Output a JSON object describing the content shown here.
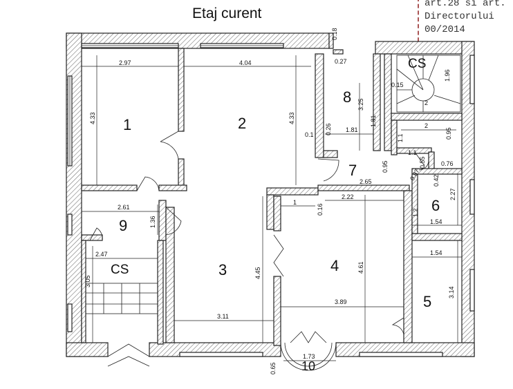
{
  "title": "Etaj curent",
  "stamp": {
    "lines": [
      "art.28 si art.",
      "Directorului",
      "00/2014"
    ]
  },
  "rooms": [
    {
      "id": "1",
      "label": "1"
    },
    {
      "id": "2",
      "label": "2"
    },
    {
      "id": "3",
      "label": "3"
    },
    {
      "id": "4",
      "label": "4"
    },
    {
      "id": "5",
      "label": "5"
    },
    {
      "id": "6",
      "label": "6"
    },
    {
      "id": "7",
      "label": "7"
    },
    {
      "id": "8",
      "label": "8"
    },
    {
      "id": "9",
      "label": "9"
    },
    {
      "id": "10",
      "label": "10"
    },
    {
      "id": "cs-top",
      "label": "CS"
    },
    {
      "id": "cs-left",
      "label": "CS"
    }
  ],
  "dimensions": {
    "r1_width": "2.97",
    "r1_height": "4.33",
    "r2_width": "4.04",
    "r2_height": "4.33",
    "r8_a": "0.18",
    "r8_b": "0.27",
    "r8_height": "3.25",
    "r8_c": "1.81",
    "r8_d": "1.81",
    "r8_e": "0.1",
    "r8_f": "0.26",
    "cs_a": "1.96",
    "cs_b": "0.15",
    "cs_c": "2",
    "r_small_w": "2",
    "r_small_h": "0.95",
    "r_small_a": "1.1",
    "r_small_b": "1.1",
    "r7_a": "0.95",
    "r7_b": "2.65",
    "r7_c": "0.87",
    "r7_d": "0.55",
    "r6_a": "0.76",
    "r6_b": "0.42",
    "r6_h": "2.27",
    "r6_c": "1.2",
    "r6_w": "1.54",
    "r9_w": "2.61",
    "r9_h": "1.36",
    "r4_a": "1",
    "r4_b": "2.22",
    "r4_c": "0.16",
    "r4_h": "4.61",
    "r4_w": "3.89",
    "r3_h": "4.45",
    "r3_w": "3.11",
    "r5_w": "1.54",
    "r5_h": "3.14",
    "cs_left_w": "2.47",
    "cs_left_h": "3.05",
    "r10_w": "1.73",
    "r10_a": "0.65"
  }
}
